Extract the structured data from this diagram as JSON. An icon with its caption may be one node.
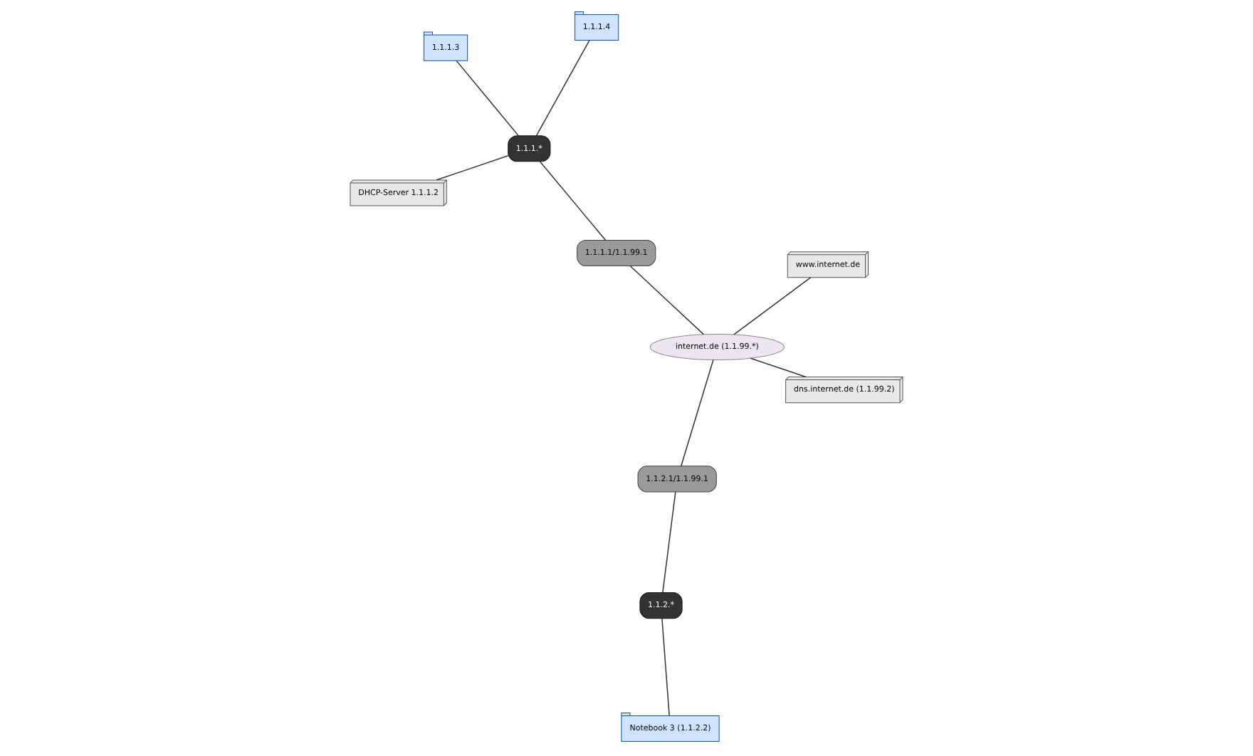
{
  "diagram": {
    "nodes": [
      {
        "text": [
          "DHCP-Server 1.1.1.2"
        ]
      },
      {
        "text": [
          "1.1.1.4"
        ]
      },
      {
        "text": [
          "1.1.1.*"
        ]
      },
      {
        "text": [
          "1.1.1.3"
        ]
      },
      {
        "text": [
          "www.internet.de"
        ]
      },
      {
        "text": [
          "1.1.1.1/1.1.99.1"
        ]
      },
      {
        "text": [
          "internet.de (1.1.99.*)"
        ]
      },
      {
        "text": [
          "dns.internet.de (1.1.99.2)"
        ]
      },
      {
        "text": [
          "1.1.2.*"
        ]
      },
      {
        "text": [
          "1.1.2.1/1.1.99.1"
        ]
      },
      {
        "text": [
          "Notebook 3 (1.1.2.2)"
        ]
      }
    ],
    "edges": [
      {
        "from": 0,
        "to": 2,
        "arrow": "none"
      },
      {
        "from": 1,
        "to": 2,
        "arrow": "none"
      },
      {
        "from": 3,
        "to": 2,
        "arrow": "none"
      },
      {
        "from": 2,
        "to": 5,
        "arrow": "none"
      },
      {
        "from": 5,
        "to": 6,
        "arrow": "none"
      },
      {
        "from": 6,
        "to": 4,
        "arrow": "none"
      },
      {
        "from": 6,
        "to": 7,
        "arrow": "none"
      },
      {
        "from": 6,
        "to": 9,
        "arrow": "none"
      },
      {
        "from": 9,
        "to": 8,
        "arrow": "none"
      },
      {
        "from": 8,
        "to": 10,
        "arrow": "none"
      }
    ]
  }
}
